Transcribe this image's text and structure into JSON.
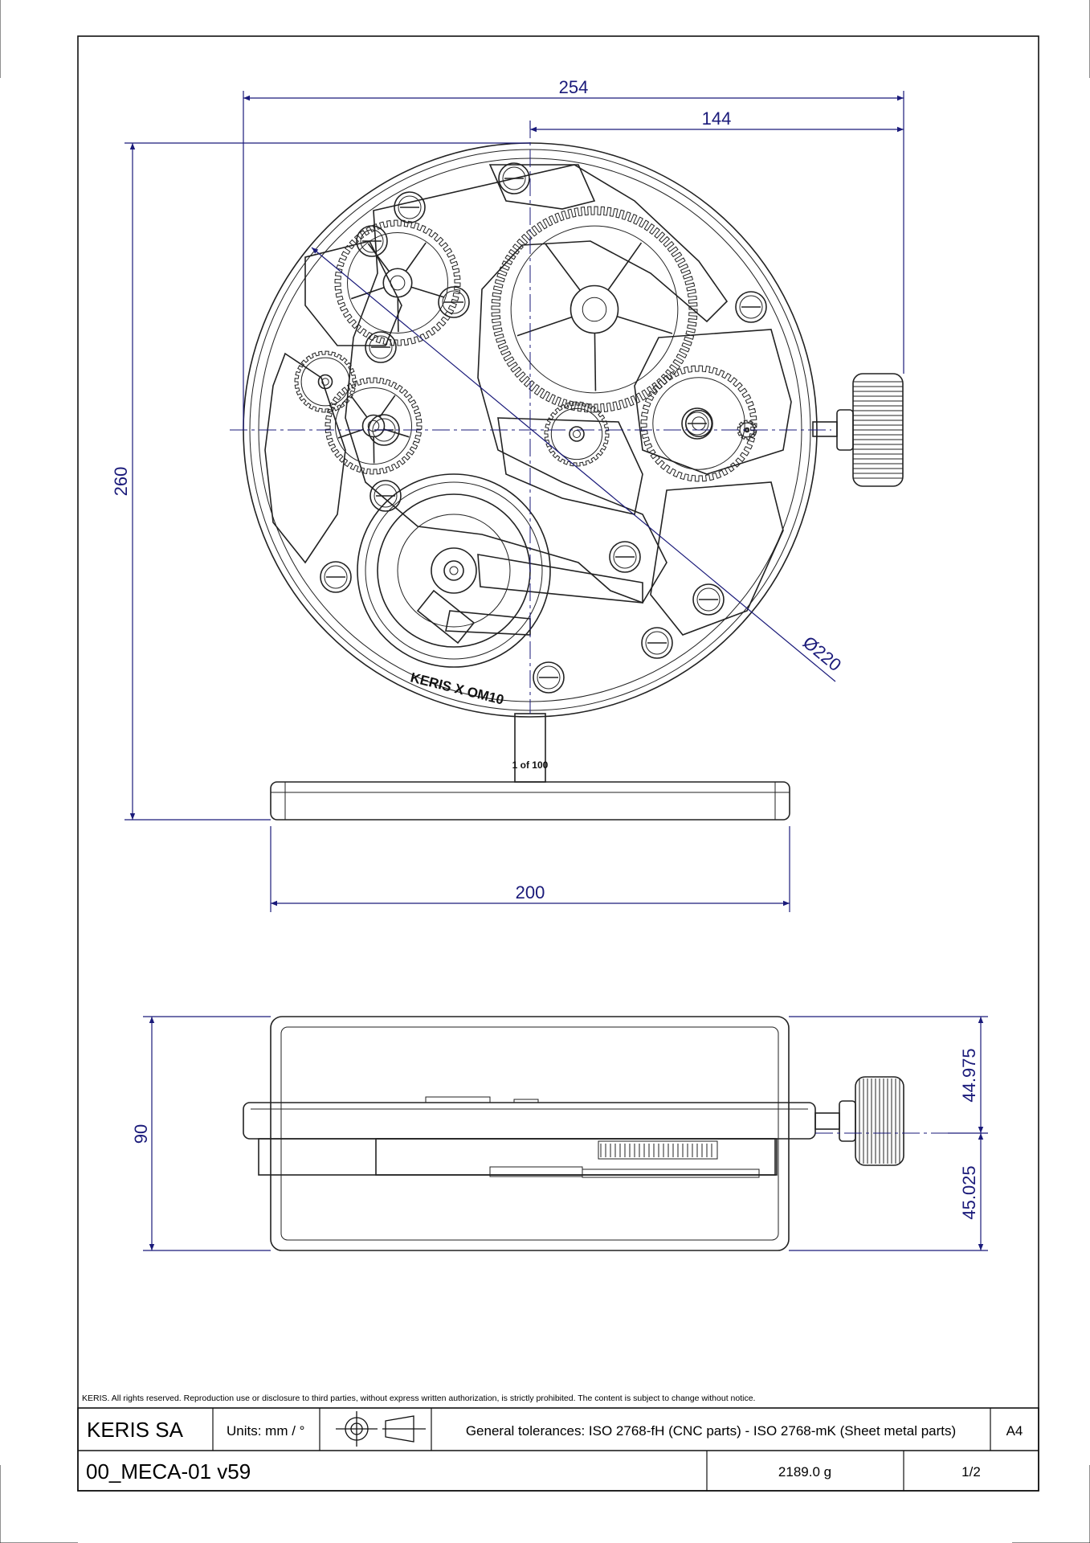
{
  "colors": {
    "dimension": "#1a1a7a",
    "linework": "#222222"
  },
  "dimensions": {
    "width_overall": "254",
    "right_offset": "144",
    "height_overall": "260",
    "diameter": "Ø220",
    "base_width": "200",
    "side_height": "90",
    "side_upper": "44.975",
    "side_lower": "45.025"
  },
  "engravings": {
    "brand_mark": "KERIS X OM10",
    "edition": "1 of 100"
  },
  "notice": "KERIS. All rights reserved. Reproduction use or disclosure to third parties, without express written authorization, is strictly prohibited. The content is subject to change without notice.",
  "title_block": {
    "company": "KERIS SA",
    "units": "Units: mm / °",
    "projection_icon": "first-angle-projection-icon",
    "tolerances": "General tolerances: ISO 2768-fH (CNC parts) - ISO 2768-mK (Sheet metal parts)",
    "format": "A4",
    "drawing_id": "00_MECA-01 v59",
    "mass": "2189.0 g",
    "sheet": "1/2"
  }
}
